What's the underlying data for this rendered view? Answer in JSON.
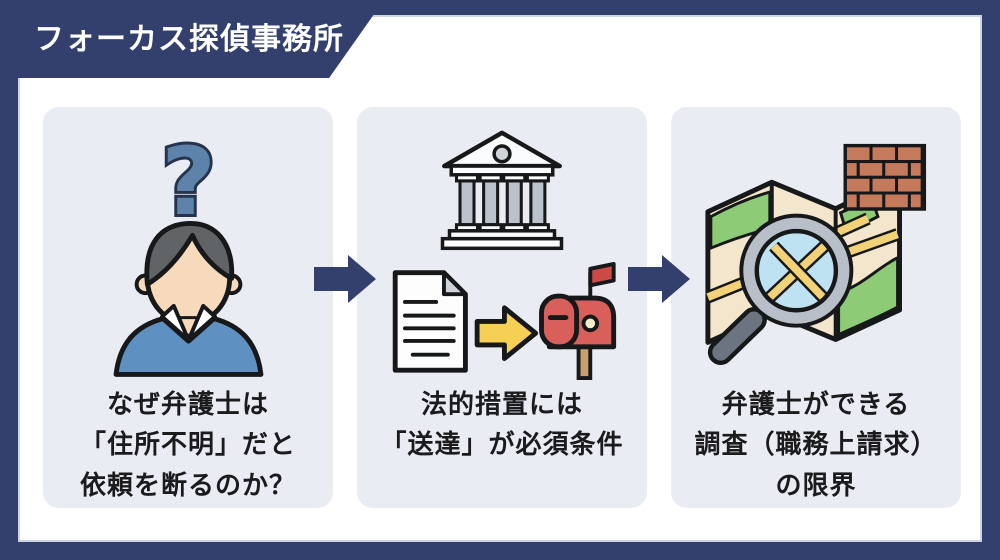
{
  "header": {
    "title": "フォーカス探偵事務所"
  },
  "colors": {
    "frame_navy": "#33406d",
    "panel_bg": "#e9ecf2",
    "arrow_navy": "#33406d",
    "question_blue": "#5d83ab",
    "sweater_blue": "#5f90c2",
    "document_arrow_yellow": "#f6cf55",
    "mailbox_red": "#d9605a",
    "map_green": "#8ecb77",
    "brick_red": "#c67a5c",
    "text_black": "#1b1b1e"
  },
  "steps": [
    {
      "lines": [
        "なぜ弁護士は",
        "「住所不明」だと",
        "依頼を断るのか？"
      ]
    },
    {
      "lines": [
        "法的措置には",
        "「送達」が必須条件"
      ]
    },
    {
      "lines": [
        "弁護士ができる",
        "調査（職務上請求）",
        "の限界"
      ]
    }
  ]
}
